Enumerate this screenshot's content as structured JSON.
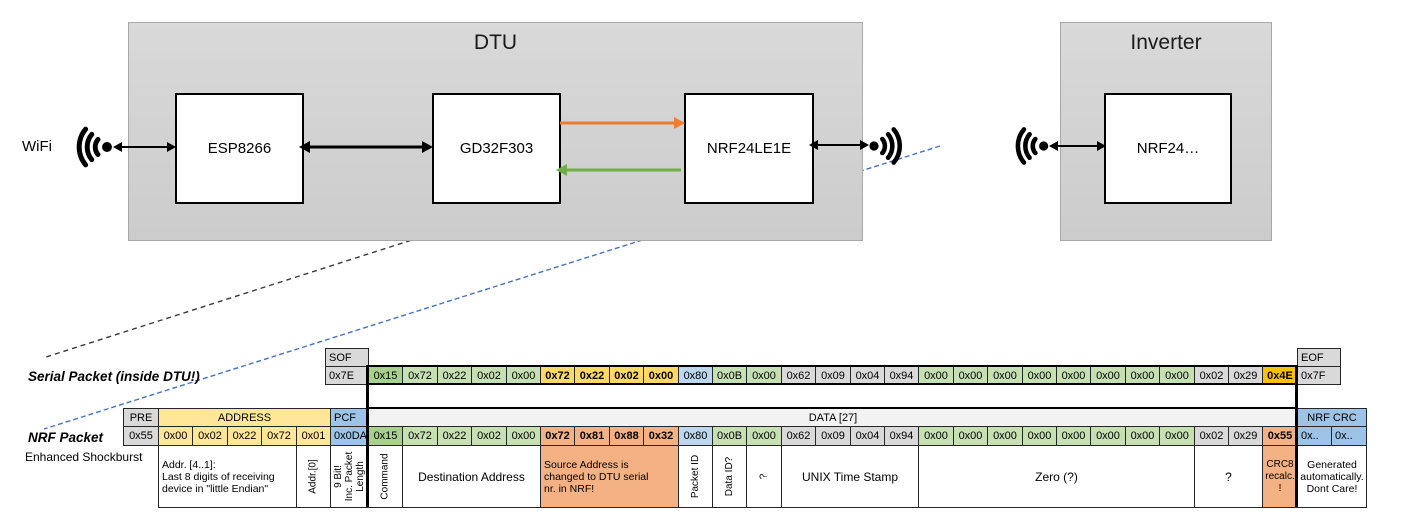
{
  "colors": {
    "green_dark": "#A9D08E",
    "green_light": "#C6E0B4",
    "yellow": "#FFD966",
    "yellow_light": "#FFE699",
    "blue_light": "#BDD7EE",
    "blue_med": "#9DC3E6",
    "gray": "#D9D9D9",
    "gray_light": "#F2F2F2",
    "amber": "#FFC000",
    "salmon": "#F4B183",
    "orange_arrow": "#ED7D31",
    "green_arrow": "#70AD47",
    "blue_dash": "#4472C4"
  },
  "diagram": {
    "wifi_label": "WiFi",
    "dtu_title": "DTU",
    "esp_label": "ESP8266",
    "gd_label": "GD32F303",
    "nrf_label": "NRF24LE1E",
    "inverter_title": "Inverter",
    "inverter_nrf_label": "NRF24…"
  },
  "serial_packet": {
    "label": "Serial Packet (inside DTU!)",
    "sof_header": "SOF",
    "sof_value": "0x7E",
    "eof_header": "EOF",
    "eof_value": "0x7F",
    "bytes": [
      {
        "v": "0x15",
        "k": "green_dark"
      },
      {
        "v": "0x72",
        "k": "green_light"
      },
      {
        "v": "0x22",
        "k": "green_light"
      },
      {
        "v": "0x02",
        "k": "green_light"
      },
      {
        "v": "0x00",
        "k": "green_light"
      },
      {
        "v": "0x72",
        "k": "yellow",
        "b": true
      },
      {
        "v": "0x22",
        "k": "yellow",
        "b": true
      },
      {
        "v": "0x02",
        "k": "yellow",
        "b": true
      },
      {
        "v": "0x00",
        "k": "yellow",
        "b": true
      },
      {
        "v": "0x80",
        "k": "blue_light"
      },
      {
        "v": "0x0B",
        "k": "green_light"
      },
      {
        "v": "0x00",
        "k": "green_light"
      },
      {
        "v": "0x62",
        "k": "gray"
      },
      {
        "v": "0x09",
        "k": "gray"
      },
      {
        "v": "0x04",
        "k": "gray"
      },
      {
        "v": "0x94",
        "k": "gray"
      },
      {
        "v": "0x00",
        "k": "green_light"
      },
      {
        "v": "0x00",
        "k": "green_light"
      },
      {
        "v": "0x00",
        "k": "green_light"
      },
      {
        "v": "0x00",
        "k": "green_light"
      },
      {
        "v": "0x00",
        "k": "green_light"
      },
      {
        "v": "0x00",
        "k": "green_light"
      },
      {
        "v": "0x00",
        "k": "green_light"
      },
      {
        "v": "0x00",
        "k": "green_light"
      },
      {
        "v": "0x02",
        "k": "gray"
      },
      {
        "v": "0x29",
        "k": "gray"
      },
      {
        "v": "0x4E",
        "k": "amber",
        "b": true
      }
    ]
  },
  "nrf_packet": {
    "label": "NRF Packet",
    "sublabel": "Enhanced Shockburst",
    "pre_header": "PRE",
    "pre_value": "0x55",
    "address_header": "ADDRESS",
    "address_values": [
      "0x00",
      "0x02",
      "0x22",
      "0x72",
      "0x01"
    ],
    "pcf_header": "PCF",
    "pcf_value": "0x0DA",
    "data_header": "DATA [27]",
    "crc_header": "NRF CRC",
    "crc_values": [
      "0x..",
      "0x.."
    ],
    "bytes": [
      {
        "v": "0x15",
        "k": "green_dark"
      },
      {
        "v": "0x72",
        "k": "green_light"
      },
      {
        "v": "0x22",
        "k": "green_light"
      },
      {
        "v": "0x02",
        "k": "green_light"
      },
      {
        "v": "0x00",
        "k": "green_light"
      },
      {
        "v": "0x72",
        "k": "salmon",
        "b": true
      },
      {
        "v": "0x81",
        "k": "salmon",
        "b": true
      },
      {
        "v": "0x88",
        "k": "salmon",
        "b": true
      },
      {
        "v": "0x32",
        "k": "salmon",
        "b": true
      },
      {
        "v": "0x80",
        "k": "blue_light"
      },
      {
        "v": "0x0B",
        "k": "green_light"
      },
      {
        "v": "0x00",
        "k": "green_light"
      },
      {
        "v": "0x62",
        "k": "gray"
      },
      {
        "v": "0x09",
        "k": "gray"
      },
      {
        "v": "0x04",
        "k": "gray"
      },
      {
        "v": "0x94",
        "k": "gray"
      },
      {
        "v": "0x00",
        "k": "green_light"
      },
      {
        "v": "0x00",
        "k": "green_light"
      },
      {
        "v": "0x00",
        "k": "green_light"
      },
      {
        "v": "0x00",
        "k": "green_light"
      },
      {
        "v": "0x00",
        "k": "green_light"
      },
      {
        "v": "0x00",
        "k": "green_light"
      },
      {
        "v": "0x00",
        "k": "green_light"
      },
      {
        "v": "0x00",
        "k": "green_light"
      },
      {
        "v": "0x02",
        "k": "gray"
      },
      {
        "v": "0x29",
        "k": "gray"
      },
      {
        "v": "0x55",
        "k": "salmon",
        "b": true
      }
    ],
    "notes": [
      {
        "lines": [
          "Addr. [4..1]:",
          "Last 8 digits of receiving",
          "device in \"little Endian\""
        ],
        "span": 4,
        "align": "left"
      },
      {
        "lines": [
          "Addr.[0]"
        ],
        "span": 1,
        "vertical": true
      },
      {
        "lines": [
          "9 Bit!",
          "Inc. Packet",
          "Length"
        ],
        "span": 1,
        "vertical": true
      },
      {
        "lines": [
          "Command"
        ],
        "span": 1,
        "vertical": true
      },
      {
        "lines": [
          "Destination Address"
        ],
        "span": 4,
        "fs": "12px"
      },
      {
        "lines": [
          "Source Address is",
          "changed to DTU serial",
          "nr. in NRF!"
        ],
        "span": 4,
        "align": "left",
        "bg": "salmon"
      },
      {
        "lines": [
          "Packet ID"
        ],
        "span": 1,
        "vertical": true
      },
      {
        "lines": [
          "Data ID?"
        ],
        "span": 1,
        "vertical": true
      },
      {
        "lines": [
          "?"
        ],
        "span": 1,
        "vertical": true
      },
      {
        "lines": [
          "UNIX Time Stamp"
        ],
        "span": 4,
        "fs": "12px"
      },
      {
        "lines": [
          "Zero (?)"
        ],
        "span": 8,
        "fs": "12px"
      },
      {
        "lines": [
          "?"
        ],
        "span": 2,
        "fs": "12px"
      },
      {
        "lines": [
          "CRC8",
          "recalc.",
          "!"
        ],
        "span": 1,
        "bg": "salmon",
        "fs": "10px"
      },
      {
        "lines": [
          "Generated",
          "automatically.",
          "Dont Care!"
        ],
        "span": 2
      }
    ]
  }
}
